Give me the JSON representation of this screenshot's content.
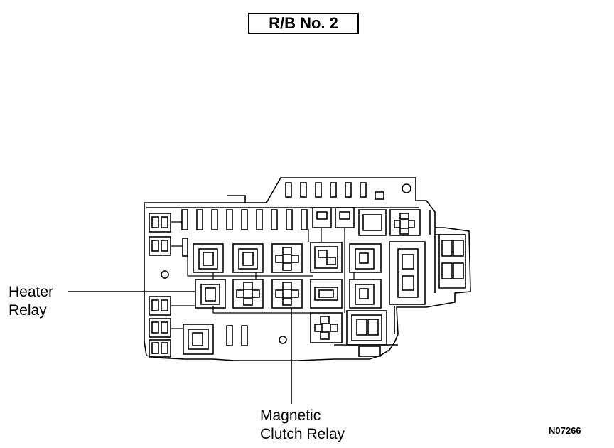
{
  "title": "R/B No. 2",
  "labels": {
    "heater_line1": "Heater",
    "heater_line2": "Relay",
    "magnetic_line1": "Magnetic",
    "magnetic_line2": "Clutch Relay"
  },
  "figure_code": "N07266"
}
